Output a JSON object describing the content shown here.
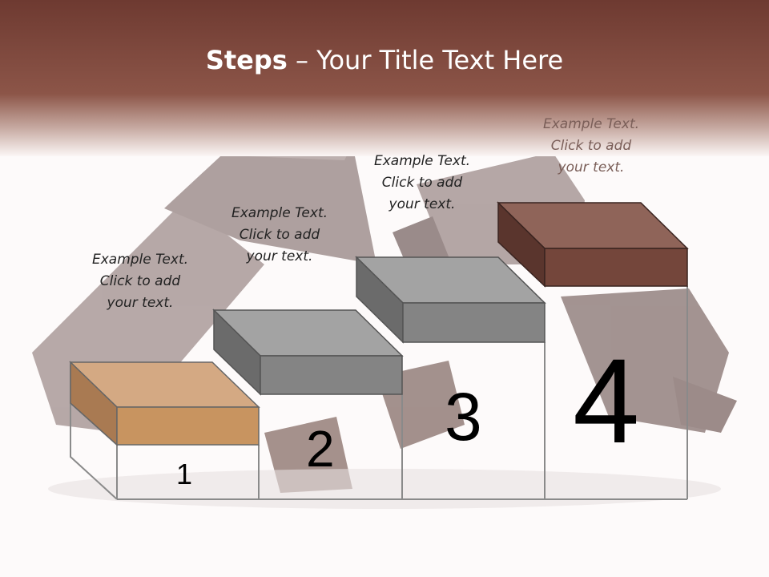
{
  "slide": {
    "title_bold": "Steps",
    "title_rest": " – Your Title Text Here"
  },
  "steps": [
    {
      "number": "1",
      "text": [
        "Example Text.",
        "Click  to add",
        "your text."
      ],
      "color": "#d2a57d"
    },
    {
      "number": "2",
      "text": [
        "Example Text.",
        "Click  to add",
        "your text."
      ],
      "color": "#8e8e8e"
    },
    {
      "number": "3",
      "text": [
        "Example Text.",
        "Click  to add",
        "your text."
      ],
      "color": "#8e8e8e"
    },
    {
      "number": "4",
      "text": [
        "Example Text.",
        "Click  to add",
        "your text."
      ],
      "color": "#7a4a3f"
    }
  ],
  "colors": {
    "header": "#7a4338",
    "chocolate": "#6b5250"
  }
}
